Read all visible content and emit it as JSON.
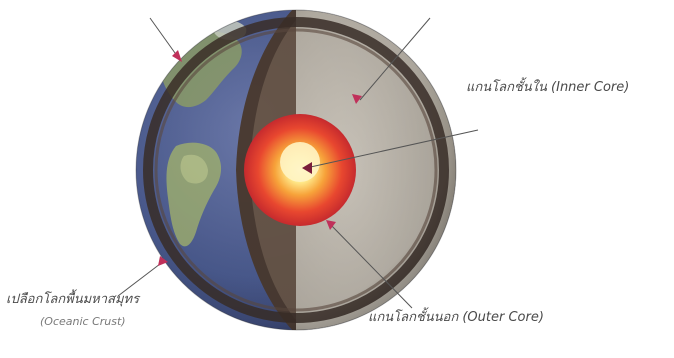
{
  "labels": {
    "inner_core": "แกนโลกชั้นใน (Inner Core)",
    "oceanic_crust_thai": "เปลือกโลกพื้นมหาสมุทร",
    "oceanic_crust_en": "(Oceanic Crust)",
    "outer_core": "แกนโลกชั้นนอก (Outer Core)"
  },
  "colors": {
    "label_text": "#4a4a4a",
    "pointer_line": "#555555",
    "marker": "#c0305a",
    "ocean": "#4a5a8e",
    "land": "#8fa070",
    "mantle_cut": "#b6b0a6",
    "crust_rim": "#3a2e28",
    "outer_core": "#e0392f",
    "inner_core": "#fff6c8"
  }
}
